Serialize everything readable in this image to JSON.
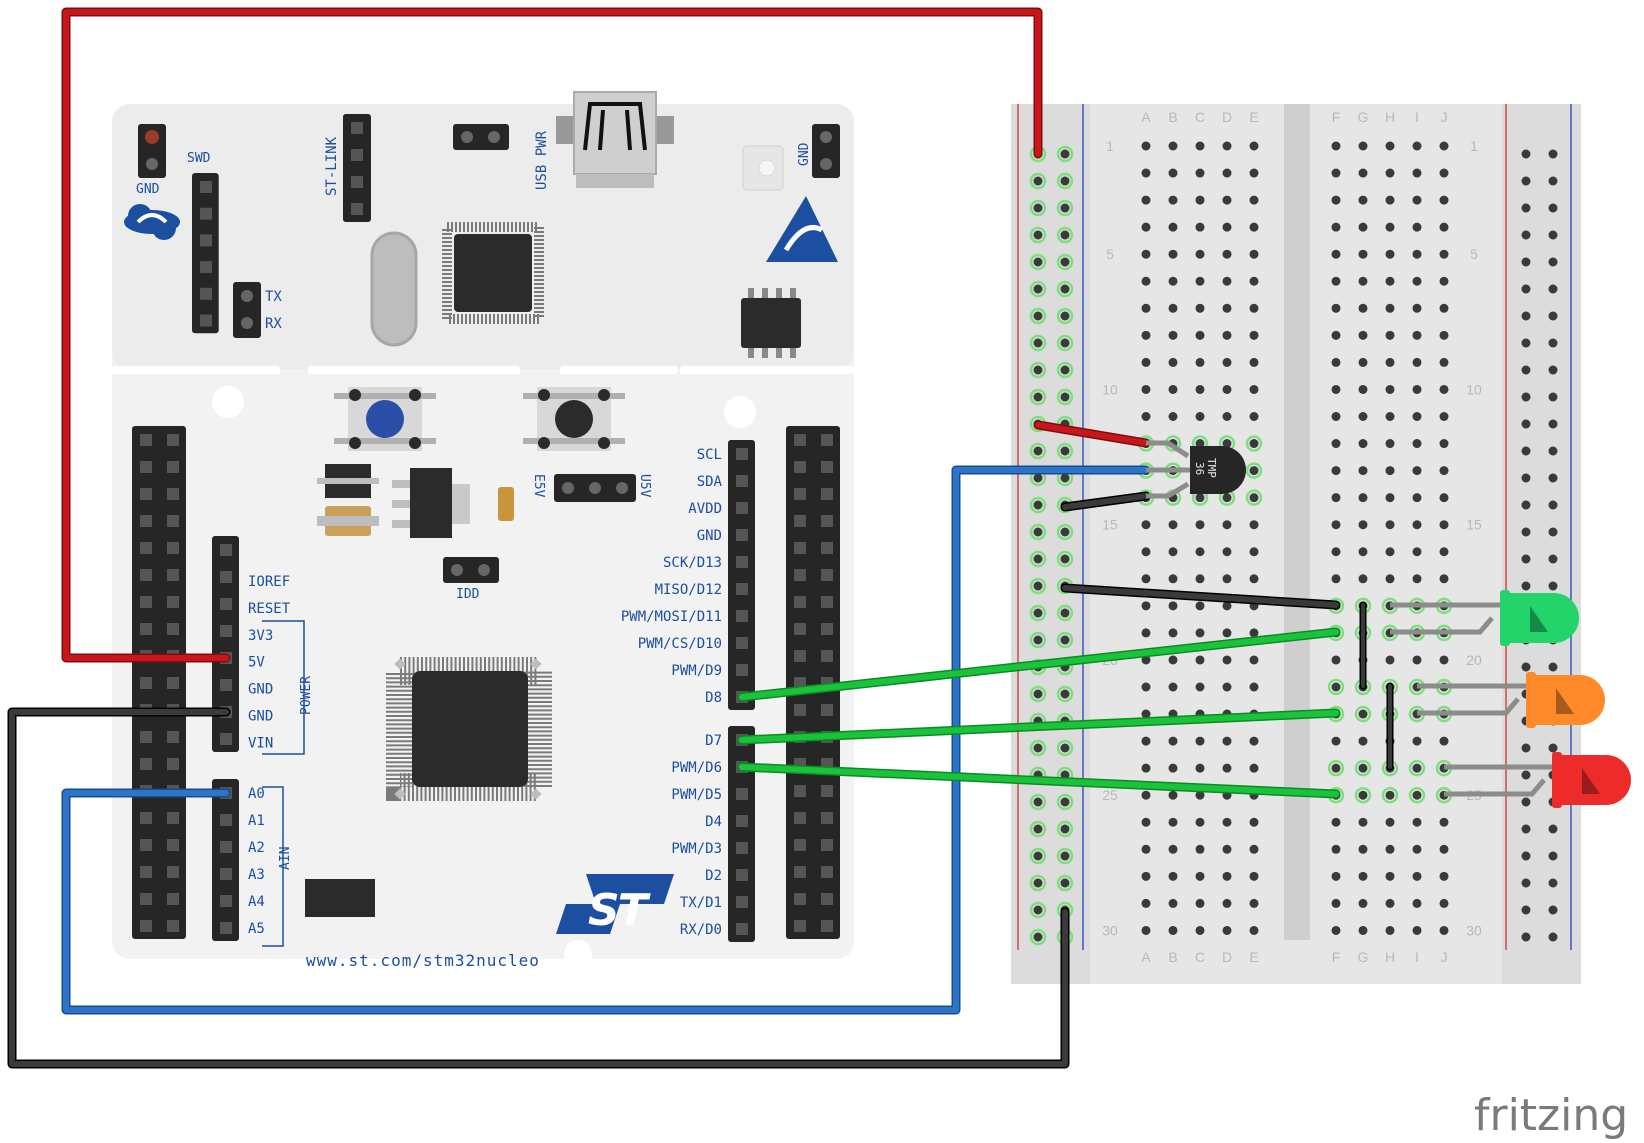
{
  "board": {
    "url": "www.st.com/stm32nucleo",
    "logo_text": "ST",
    "labels": {
      "gnd_top_left": "GND",
      "swd": "SWD",
      "st_link": "ST-LINK",
      "usb_pwr": "USB PWR",
      "gnd_top_right": "GND",
      "tx": "TX",
      "rx": "RX",
      "e5v": "E5V",
      "u5v": "U5V",
      "idd": "IDD",
      "power": "POWER",
      "ain": "AIN"
    },
    "left_header_pins": [
      "IOREF",
      "RESET",
      "3V3",
      "5V",
      "GND",
      "GND",
      "VIN"
    ],
    "analog_pins": [
      "A0",
      "A1",
      "A2",
      "A3",
      "A4",
      "A5"
    ],
    "right_header_top": [
      "SCL",
      "SDA",
      "AVDD",
      "GND",
      "SCK/D13",
      "MISO/D12",
      "PWM/MOSI/D11",
      "PWM/CS/D10",
      "PWM/D9",
      "D8"
    ],
    "right_header_bottom": [
      "D7",
      "PWM/D6",
      "PWM/D5",
      "D4",
      "PWM/D3",
      "D2",
      "TX/D1",
      "RX/D0"
    ]
  },
  "breadboard": {
    "columns_left": [
      "A",
      "B",
      "C",
      "D",
      "E"
    ],
    "columns_right": [
      "F",
      "G",
      "H",
      "I",
      "J"
    ],
    "row_numbers": [
      "1",
      "5",
      "10",
      "15",
      "20",
      "25",
      "30"
    ]
  },
  "sensor": {
    "label_line1": "TMP",
    "label_line2": "36"
  },
  "leds": [
    {
      "color_name": "green",
      "color": "#22d46a"
    },
    {
      "color_name": "orange",
      "color": "#ff8a2a"
    },
    {
      "color_name": "red",
      "color": "#ee2b2b"
    }
  ],
  "wire_colors": {
    "red": "#c8161b",
    "blue": "#2b74c8",
    "black": "#262626",
    "green": "#19c43a",
    "gray": "#8c8c8c"
  },
  "branding": {
    "text": "fritzing"
  }
}
